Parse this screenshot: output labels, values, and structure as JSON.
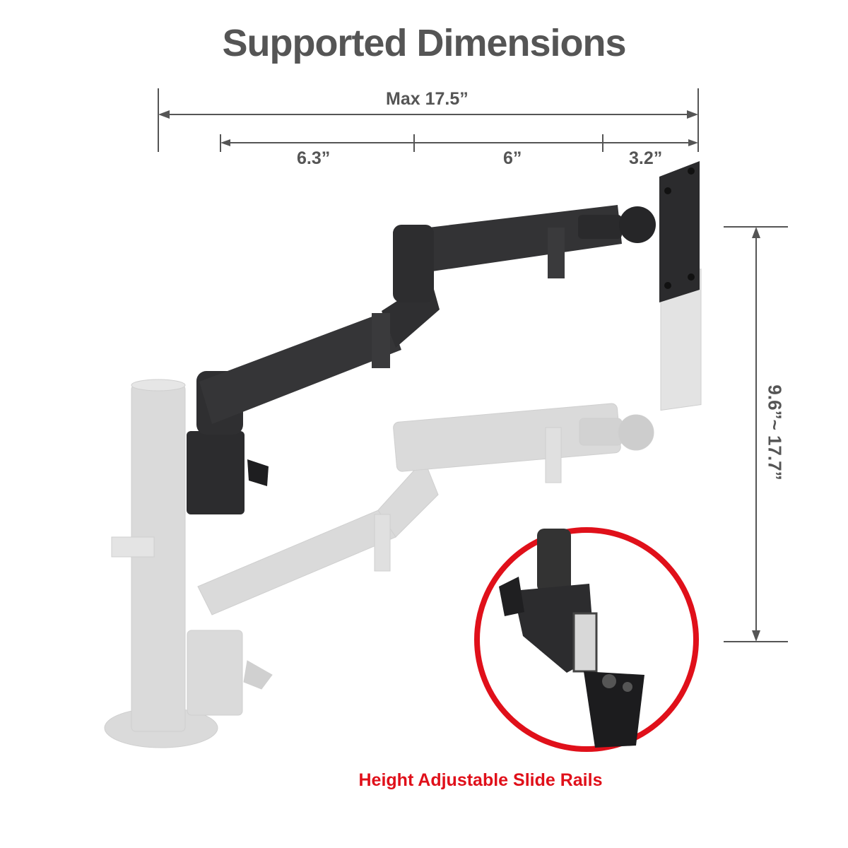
{
  "title": "Supported Dimensions",
  "dimensions": {
    "max_width": "Max 17.5”",
    "segment_1": "6.3”",
    "segment_2": "6”",
    "segment_3": "3.2”",
    "height_range": "9.6”~ 17.7”"
  },
  "caption": "Height Adjustable Slide Rails",
  "colors": {
    "text_gray": "#555555",
    "accent_red": "#e0101a",
    "arm_dark": "#2a2a2c",
    "arm_ghost": "#d9d9d9"
  },
  "icons": {
    "main_product": "monitor-arm-icon",
    "ghost_product": "monitor-arm-lowered-icon",
    "inset": "slide-rail-detail-icon"
  }
}
